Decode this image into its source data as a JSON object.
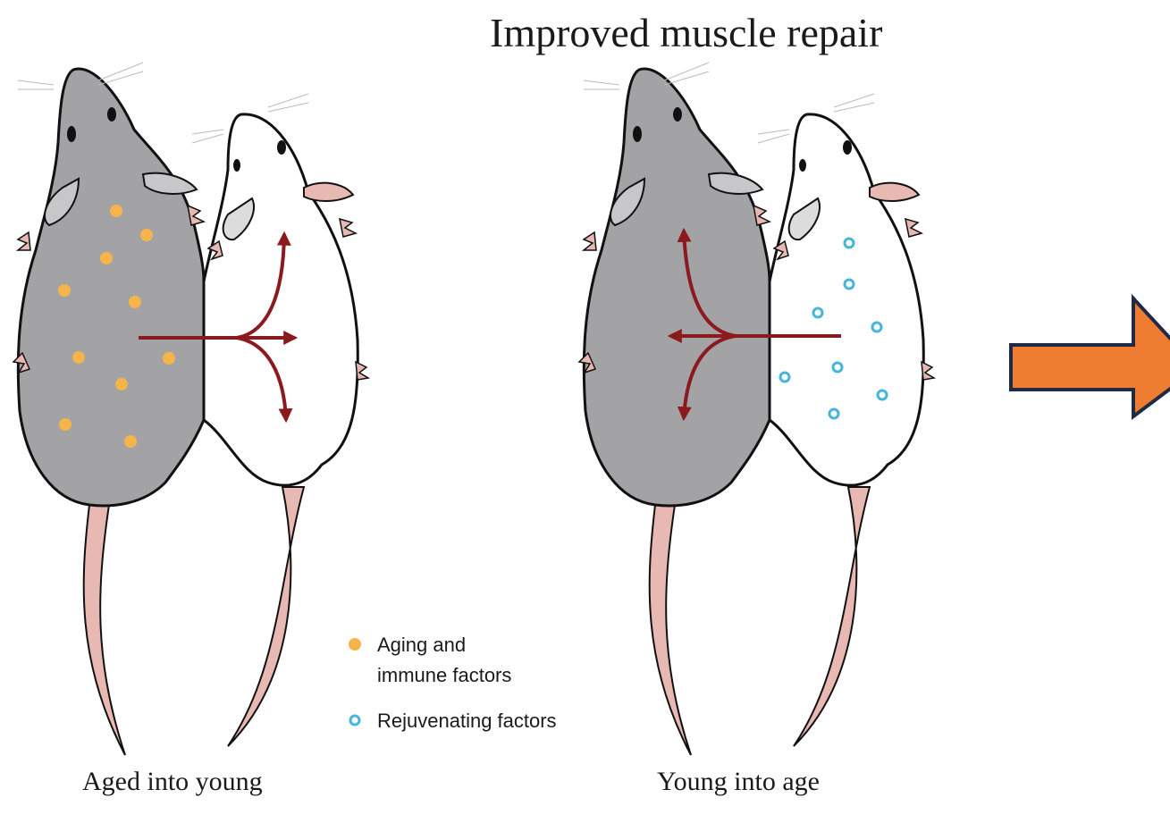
{
  "title": "Improved muscle repair",
  "panels": {
    "left_caption": "Aged into young",
    "right_caption": "Young into age"
  },
  "legend": {
    "aging_line1": "Aging and",
    "aging_line2": "immune factors",
    "rejuvenating": "Rejuvenating factors"
  },
  "colors": {
    "aged_body": "#a3a3a5",
    "young_body": "#ffffff",
    "outline": "#111111",
    "tail": "#e8b9b3",
    "arrow": "#8b1a1f",
    "aging_factor": "#f6b44a",
    "rejuvenating_factor": "#44b6d8",
    "next_arrow_fill": "#ef7d31",
    "next_arrow_stroke": "#1f2a44"
  },
  "icons": {
    "next_arrow": "right-arrow-icon"
  }
}
